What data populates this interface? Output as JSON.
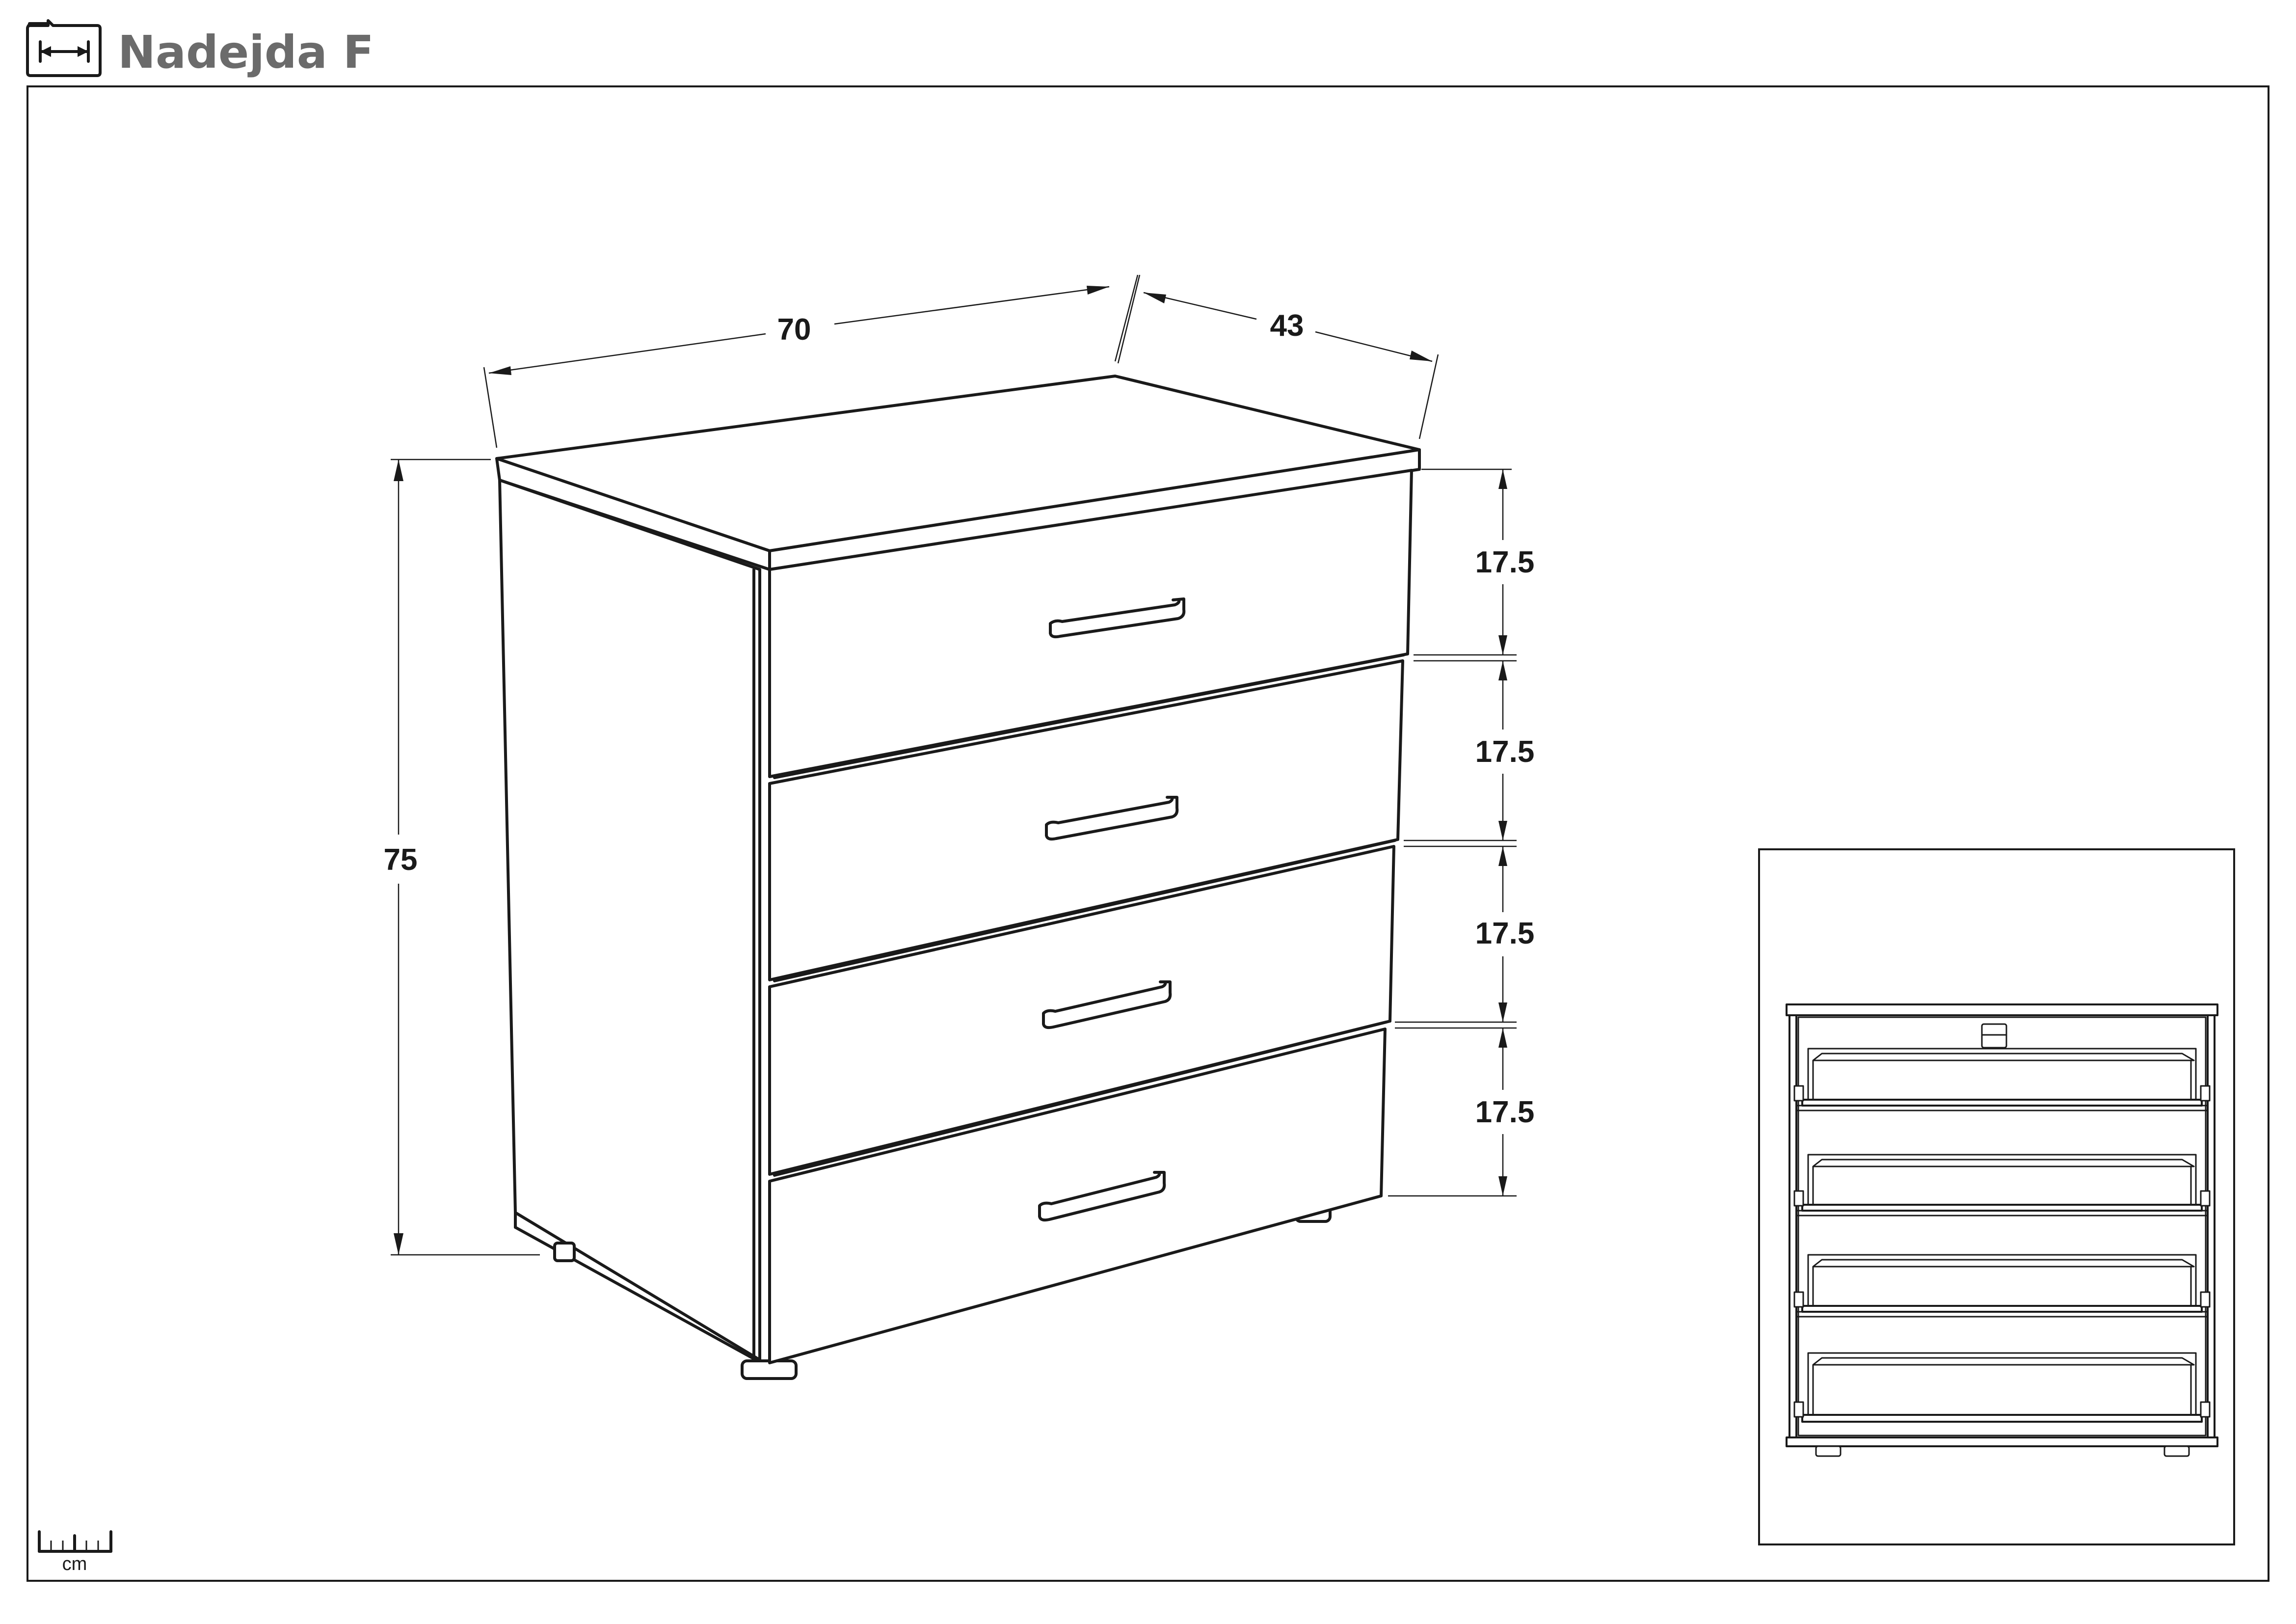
{
  "header": {
    "title": "Nadejda F",
    "icon": "dimensions-sheet-icon"
  },
  "dimensions": {
    "width": "70",
    "depth": "43",
    "height": "75",
    "drawer_1": "17.5",
    "drawer_2": "17.5",
    "drawer_3": "17.5",
    "drawer_4": "17.5"
  },
  "scale": {
    "unit": "cm",
    "icon": "ruler-icon"
  },
  "inset": {
    "icon": "open-drawers-front-view"
  }
}
